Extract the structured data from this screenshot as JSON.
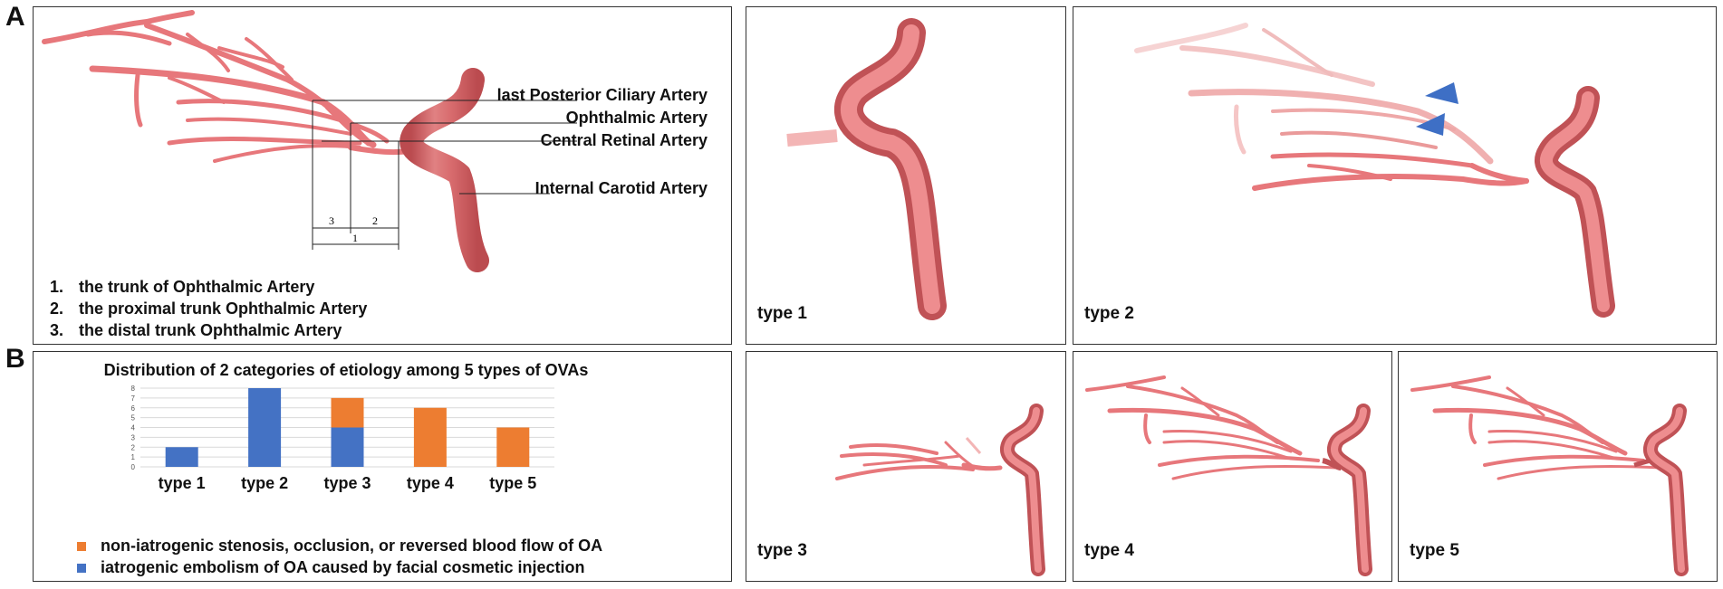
{
  "letters": {
    "a": "A",
    "b": "B"
  },
  "panelA": {
    "labels": {
      "lpca": "last Posterior Ciliary Artery",
      "oa": "Ophthalmic Artery",
      "cra": "Central Retinal Artery",
      "ica": "Internal Carotid Artery"
    },
    "segments": {
      "s3": "3",
      "s2": "2",
      "s1": "1"
    },
    "legend": [
      {
        "num": "1.",
        "text": "the trunk of Ophthalmic Artery"
      },
      {
        "num": "2.",
        "text": "the proximal trunk Ophthalmic Artery"
      },
      {
        "num": "3.",
        "text": "the distal trunk Ophthalmic Artery"
      }
    ]
  },
  "types": {
    "t1": "type 1",
    "t2": "type 2",
    "t3": "type 3",
    "t4": "type 4",
    "t5": "type 5"
  },
  "chart_data": {
    "type": "bar",
    "stacked": true,
    "title": "Distribution of 2 categories of etiology among 5 types of OVAs",
    "categories": [
      "type 1",
      "type 2",
      "type 3",
      "type 4",
      "type 5"
    ],
    "series": [
      {
        "name": "iatrogenic embolism of OA caused by facial cosmetic injection",
        "color": "#4472C4",
        "values": [
          2,
          8,
          4,
          0,
          0
        ]
      },
      {
        "name": "non-iatrogenic stenosis, occlusion, or reversed blood flow of OA",
        "color": "#ED7D31",
        "values": [
          0,
          0,
          3,
          6,
          4
        ]
      }
    ],
    "ylim": [
      0,
      8
    ],
    "yticks": [
      "0",
      "1",
      "2",
      "3",
      "4",
      "5",
      "6",
      "7",
      "8"
    ],
    "grid": true,
    "legend_position": "bottom"
  }
}
